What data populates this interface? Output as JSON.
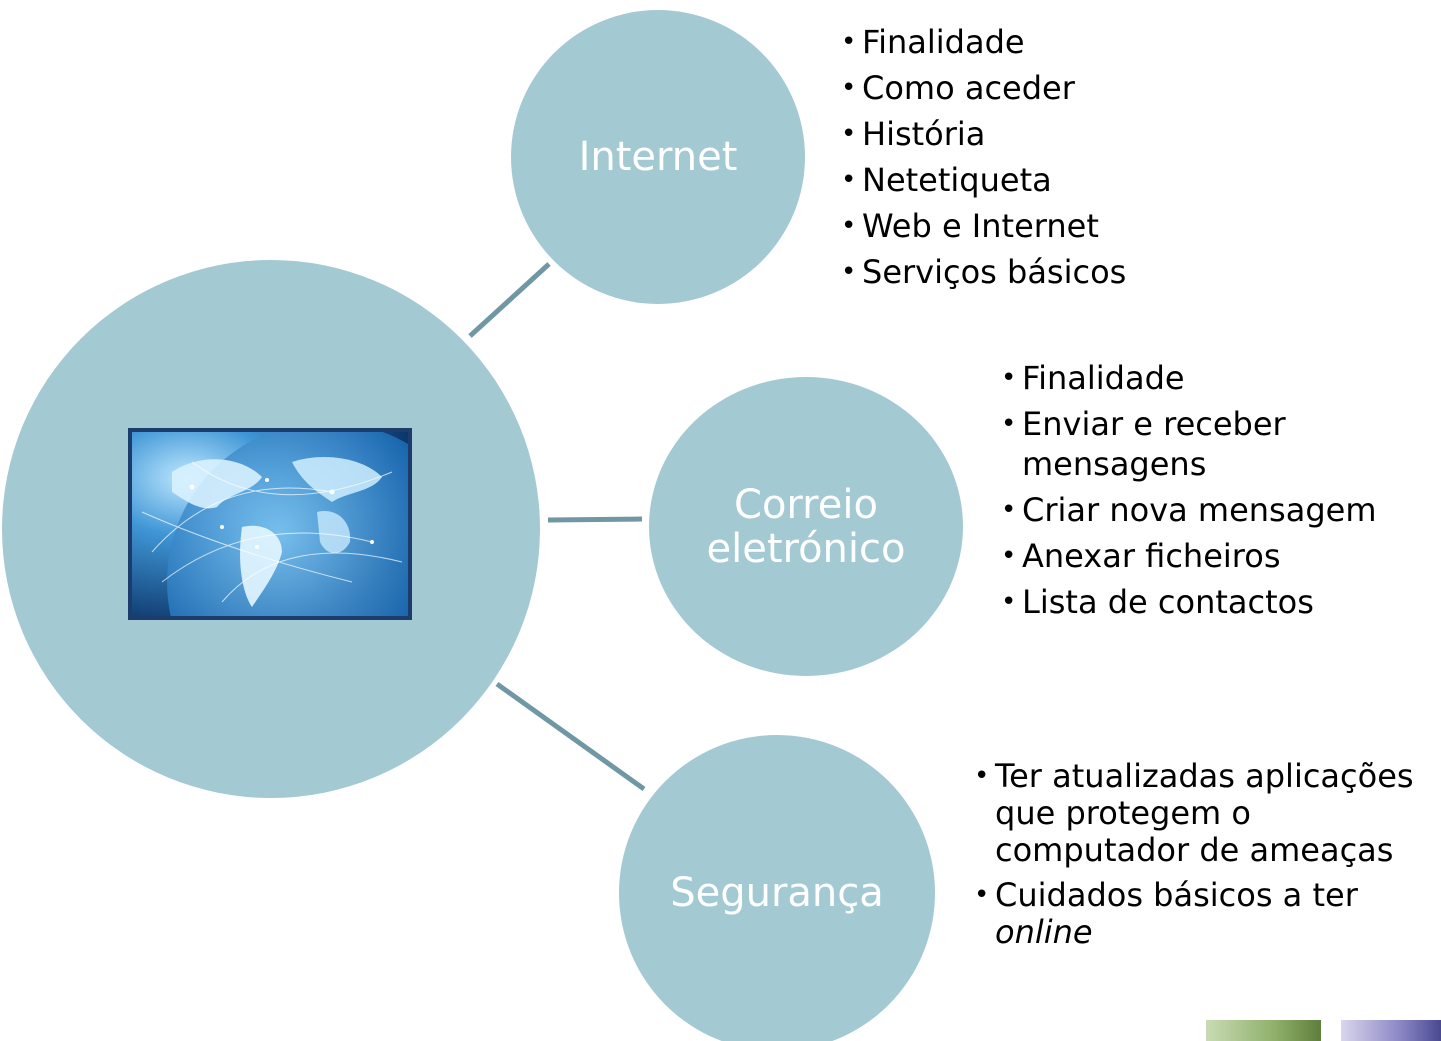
{
  "colors": {
    "circle_fill": "#a3c9d3",
    "connector": "#6f98a4",
    "circle_text": "#ffffff",
    "bullet_text": "#000000"
  },
  "central": {
    "image": "globe-network-photo"
  },
  "nodes": [
    {
      "label": "Internet",
      "bullets": [
        "Finalidade",
        "Como aceder",
        "História",
        "Netetiqueta",
        "Web e Internet",
        "Serviços básicos"
      ]
    },
    {
      "label": "Correio\neletrónico",
      "bullets": [
        "Finalidade",
        "Enviar e receber mensagens",
        "Criar nova mensagem",
        "Anexar ficheiros",
        "Lista de contactos"
      ]
    },
    {
      "label": "Segurança",
      "bullets": [
        "Ter atualizadas aplicações que protegem o computador de ameaças"
      ],
      "last_bullet_text": "Cuidados básicos a ter",
      "last_bullet_italic": "online"
    }
  ]
}
